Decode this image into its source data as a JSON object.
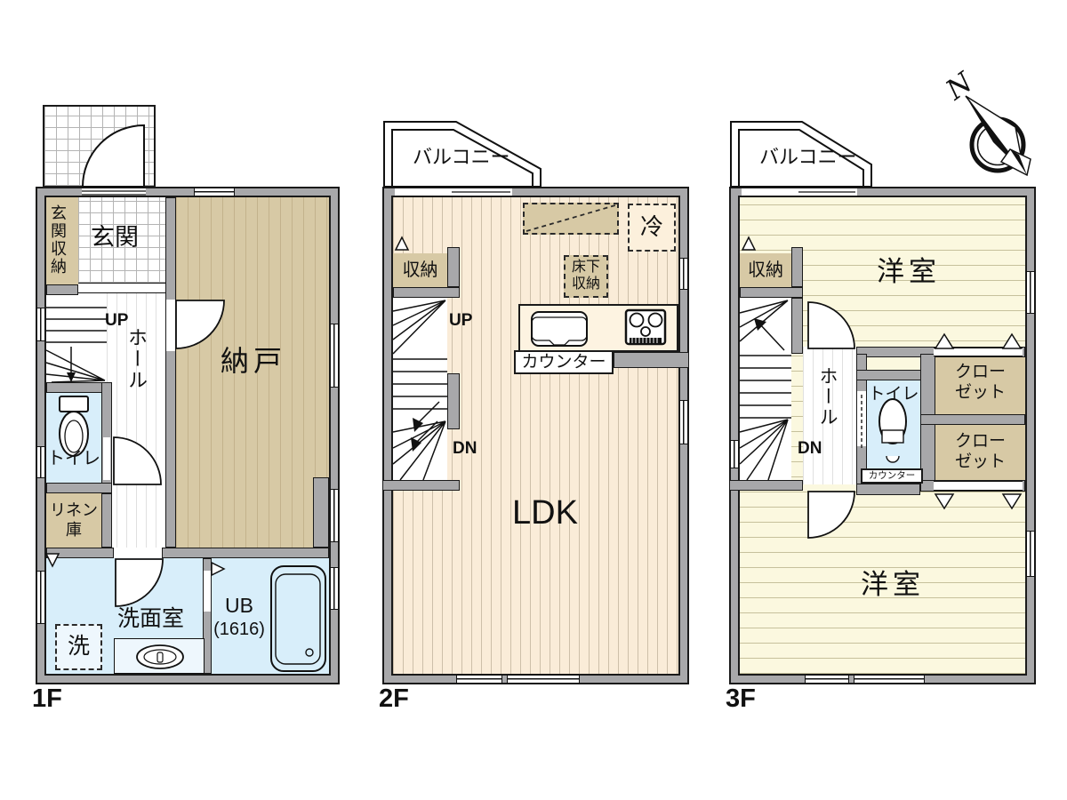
{
  "colors": {
    "wall": "#a8a8aa",
    "wood_tan": "#d7c9a5",
    "ldk_cream": "#faecd8",
    "room_yellow": "#fbf8df",
    "wet_blue": "#d8eefa"
  },
  "compass": {
    "north": "N"
  },
  "floor1": {
    "label": "1F",
    "genkan_storage": "玄関収納",
    "genkan": "玄関",
    "nando": "納戸",
    "hall": "ホール",
    "up": "UP",
    "toilet": "トイレ",
    "linen_l1": "リネン",
    "linen_l2": "庫",
    "senmen": "洗面室",
    "laundry": "洗",
    "ub_l1": "UB",
    "ub_l2": "(1616)"
  },
  "floor2": {
    "label": "2F",
    "balcony": "バルコニー",
    "storage": "収納",
    "up": "UP",
    "dn": "DN",
    "fridge": "冷",
    "underfloor_l1": "床下",
    "underfloor_l2": "収納",
    "counter": "カウンター",
    "ldk": "LDK"
  },
  "floor3": {
    "label": "3F",
    "balcony": "バルコニー",
    "storage": "収納",
    "dn": "DN",
    "hall": "ホール",
    "toilet": "トイレ",
    "counter": "カウンター",
    "closet_l1": "クロー",
    "closet_l2": "ゼット",
    "room_top": "洋室",
    "room_bottom": "洋室"
  }
}
